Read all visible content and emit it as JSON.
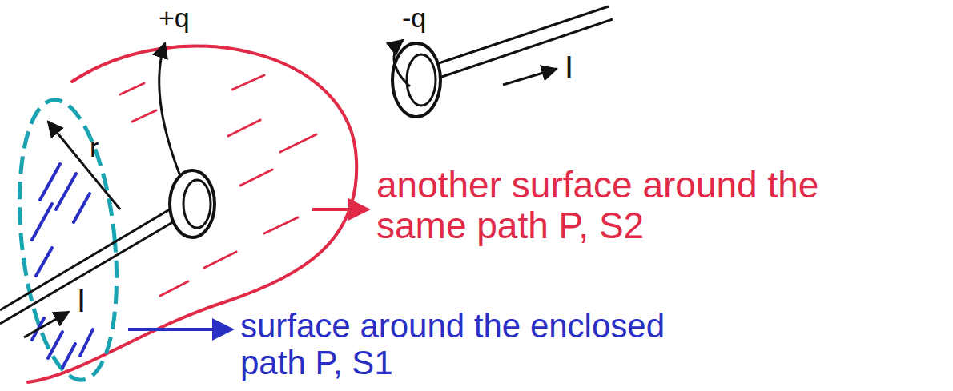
{
  "diagram": {
    "labels": [
      "+q",
      "-q",
      "r",
      "I",
      "I",
      "another surface around the same path P, S2",
      "surface around the enclosed path P, S1"
    ]
  }
}
